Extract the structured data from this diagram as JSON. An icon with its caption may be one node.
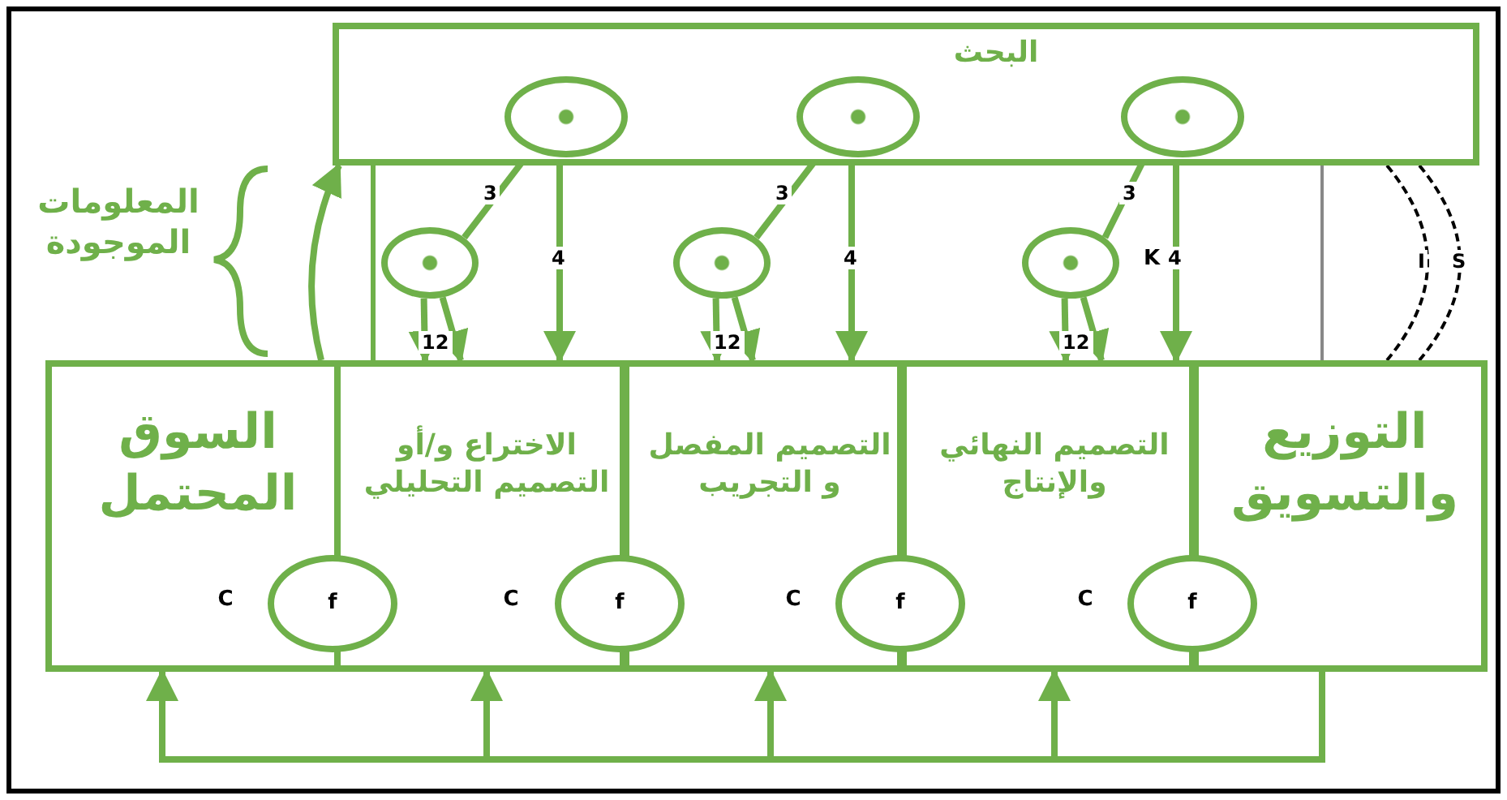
{
  "diagram": {
    "nodes": [
      {
        "text": [
          "البحث"
        ]
      },
      {
        "text": [],
        "shape": "circle",
        "in": 0
      },
      {
        "text": [],
        "shape": "circle",
        "in": 0
      },
      {
        "text": [],
        "shape": "circle",
        "in": 0
      },
      {
        "text": [],
        "shape": "circle"
      },
      {
        "text": [],
        "shape": "circle"
      },
      {
        "text": [],
        "shape": "circle"
      },
      {
        "text": [
          "السوق المحتمل"
        ]
      },
      {
        "text": [
          "الاختراع و/أو التصميم التحليلي"
        ]
      },
      {
        "text": [
          "التصميم المفصل و التجريب"
        ]
      },
      {
        "text": [
          "التصميم النهائي والإنتاج"
        ]
      },
      {
        "text": [
          "التوزيع والتسويق"
        ]
      },
      {
        "text": [
          "f"
        ]
      },
      {
        "text": [
          "f"
        ]
      },
      {
        "text": [
          "f"
        ]
      },
      {
        "text": [
          "f"
        ]
      }
    ],
    "edges": [
      {
        "from": 1,
        "to": 4,
        "arrow": "none",
        "label": "3"
      },
      {
        "from": 2,
        "to": 5,
        "arrow": "none",
        "label": "3"
      },
      {
        "from": 3,
        "to": 6,
        "arrow": "none",
        "label": "3"
      },
      {
        "from": 1,
        "to": 8,
        "arrow": "to",
        "label": "4"
      },
      {
        "from": 2,
        "to": 9,
        "arrow": "to",
        "label": "4"
      },
      {
        "from": 3,
        "to": 10,
        "arrow": "to",
        "label": "4"
      },
      {
        "from": 4,
        "to": 8,
        "arrow": "to",
        "label": "12"
      },
      {
        "from": 4,
        "to": 8,
        "arrow": "to"
      },
      {
        "from": 5,
        "to": 9,
        "arrow": "to",
        "label": "12"
      },
      {
        "from": 5,
        "to": 9,
        "arrow": "to"
      },
      {
        "from": 6,
        "to": 10,
        "arrow": "to",
        "label": "12"
      },
      {
        "from": 6,
        "to": 10,
        "arrow": "to"
      },
      {
        "from": 7,
        "to": 0,
        "arrow": "to"
      },
      {
        "from": 0,
        "to": 11,
        "arrow": "none",
        "label": "I",
        "style": "dashed",
        "color": "#000000"
      },
      {
        "from": 0,
        "to": 11,
        "arrow": "none",
        "label": "S",
        "style": "dashed",
        "color": "#000000"
      },
      {
        "from": 11,
        "to": 7,
        "arrow": "to"
      },
      {
        "from": 11,
        "to": 8,
        "arrow": "to"
      },
      {
        "from": 11,
        "to": 9,
        "arrow": "to"
      },
      {
        "from": 11,
        "to": 10,
        "arrow": "to"
      }
    ],
    "labels": [
      "المعلومات الموجودة",
      "K",
      "C",
      "C",
      "C",
      "C"
    ]
  }
}
